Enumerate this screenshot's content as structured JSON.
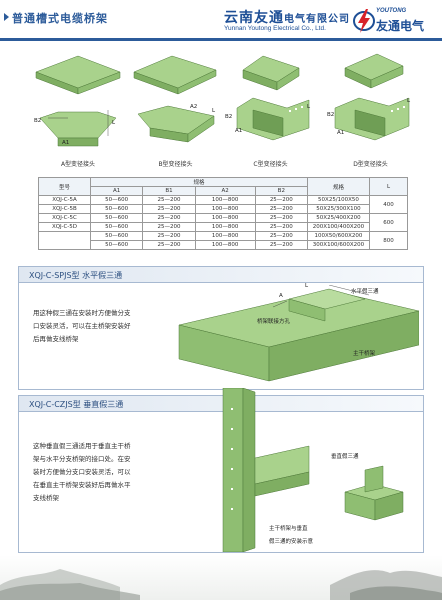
{
  "header": {
    "page_title": "普通槽式电缆桥架",
    "company_cn": "云南友通",
    "company_suffix": "电气有限公司",
    "company_en": "Yunnan Youtong Electrical Co., Ltd.",
    "logo_en": "YOUTONG",
    "logo_cn": "友通电气"
  },
  "drawings": [
    {
      "caption": "A型变径接头"
    },
    {
      "caption": "B型变径接头"
    },
    {
      "caption": "C型变径接头"
    },
    {
      "caption": "D型变径接头"
    }
  ],
  "dim_labels": {
    "A1": "A1",
    "A2": "A2",
    "B1": "B1",
    "B2": "B2",
    "L": "L",
    "A": "A"
  },
  "spec_table": {
    "h_model": "型号",
    "h_spec": "规格",
    "h_size": "规格",
    "h_L": "L",
    "h_A1": "A1",
    "h_B1": "B1",
    "h_A2": "A2",
    "h_B2": "B2",
    "models": [
      "XQJ-C-5A",
      "XQJ-C-5B",
      "XQJ-C-5C",
      "XQJ-C-5D"
    ],
    "rows": [
      {
        "A1": "50—600",
        "B1": "25—200",
        "A2": "100—800",
        "B2": "25—200",
        "size": "50X25/100X50"
      },
      {
        "A1": "50—600",
        "B1": "25—200",
        "A2": "100—800",
        "B2": "25—200",
        "size": "50X25/300X100"
      },
      {
        "A1": "50—600",
        "B1": "25—200",
        "A2": "100—800",
        "B2": "25—200",
        "size": "50X25/400X200"
      },
      {
        "A1": "50—600",
        "B1": "25—200",
        "A2": "100—800",
        "B2": "25—200",
        "size": "200X100/400X200"
      },
      {
        "A1": "50—600",
        "B1": "25—200",
        "A2": "100—800",
        "B2": "25—200",
        "size": "100X50/600X200"
      },
      {
        "A1": "50—600",
        "B1": "25—200",
        "A2": "100—800",
        "B2": "25—200",
        "size": "300X100/600X200"
      }
    ],
    "L_values": [
      "400",
      "600",
      "800"
    ]
  },
  "section1": {
    "title": "XQJ-C-SPJS型  水平假三通",
    "desc_lines": [
      "用这种假三通在安装时方便做分支",
      "口安装灵活，可以在主桥架安装好",
      "后再做支线桥架"
    ],
    "label_branch": "水平假三通",
    "label_branch_bridge": "桥架联接方孔",
    "label_main": "主干桥架"
  },
  "section2": {
    "title": "XQJ-C-CZJS型  垂直假三通",
    "desc_lines": [
      "这种垂直假三通适用于垂直主干桥",
      "架与水平分支桥架的接口处。在安",
      "装时方便做分支口安装灵活，可以",
      "在垂直主干桥架安装好后再做水平",
      "支线桥架"
    ],
    "label_vertical": "垂直假三通",
    "label_caption_1": "主干桥架与垂直",
    "label_caption_2": "假三通的安装示意"
  },
  "colors": {
    "accent": "#2c5b9a",
    "tray_fill": "#a9d28c",
    "tray_dark": "#7fae62",
    "tray_line": "#4f7a3a"
  }
}
